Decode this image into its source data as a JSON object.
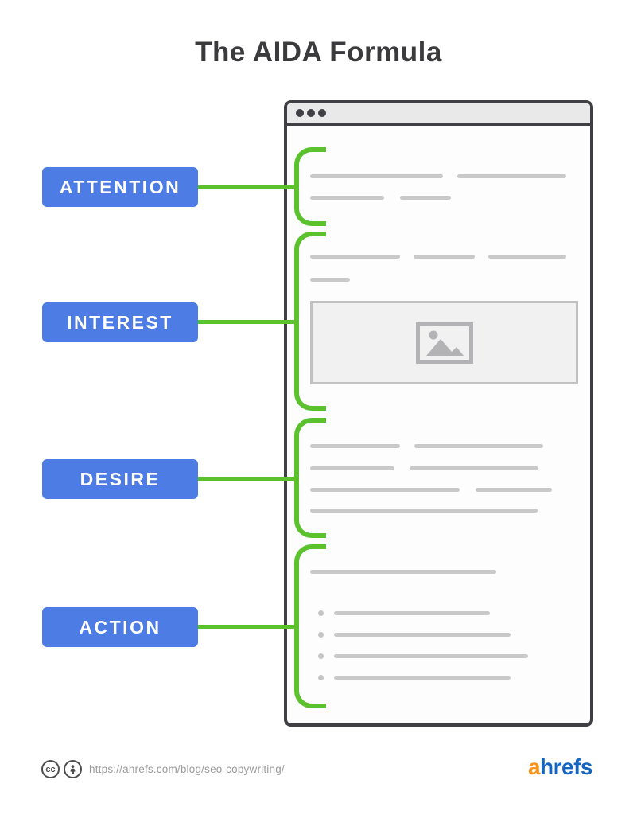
{
  "title": "The AIDA Formula",
  "aida_labels": [
    {
      "label": "ATTENTION"
    },
    {
      "label": "INTEREST"
    },
    {
      "label": "DESIRE"
    },
    {
      "label": "ACTION"
    }
  ],
  "colors": {
    "label_blue": "#4d7de4",
    "connector_green": "#5bc22e",
    "wireframe_gray": "#c9c9ca",
    "window_border": "#3f3f44",
    "logo_orange": "#f7941e",
    "logo_blue": "#1565c0"
  },
  "browser_window": {
    "titlebar_dots": 3
  },
  "wireframe": {
    "sections": [
      {
        "name": "attention",
        "lines": [
          [
            390,
            219,
            167
          ],
          [
            575,
            219,
            137
          ],
          [
            390,
            246,
            93
          ],
          [
            503,
            246,
            64
          ]
        ]
      },
      {
        "name": "interest",
        "lines": [
          [
            390,
            320,
            113
          ],
          [
            520,
            320,
            77
          ],
          [
            614,
            320,
            98
          ],
          [
            390,
            349,
            50
          ]
        ]
      },
      {
        "name": "desire",
        "lines": [
          [
            390,
            558,
            113
          ],
          [
            521,
            558,
            162
          ],
          [
            390,
            586,
            106
          ],
          [
            515,
            586,
            162
          ],
          [
            390,
            613,
            188
          ],
          [
            598,
            613,
            96
          ],
          [
            390,
            639,
            286
          ]
        ]
      },
      {
        "name": "action",
        "lines": [
          [
            390,
            716,
            234
          ]
        ],
        "bullet_items": [
          [
            403,
            768,
            196
          ],
          [
            403,
            795,
            222
          ],
          [
            403,
            822,
            244
          ],
          [
            403,
            849,
            222
          ]
        ]
      }
    ]
  },
  "footer": {
    "cc_label": "cc",
    "url": "https://ahrefs.com/blog/seo-copywriting/",
    "logo_a": "a",
    "logo_rest": "hrefs"
  }
}
